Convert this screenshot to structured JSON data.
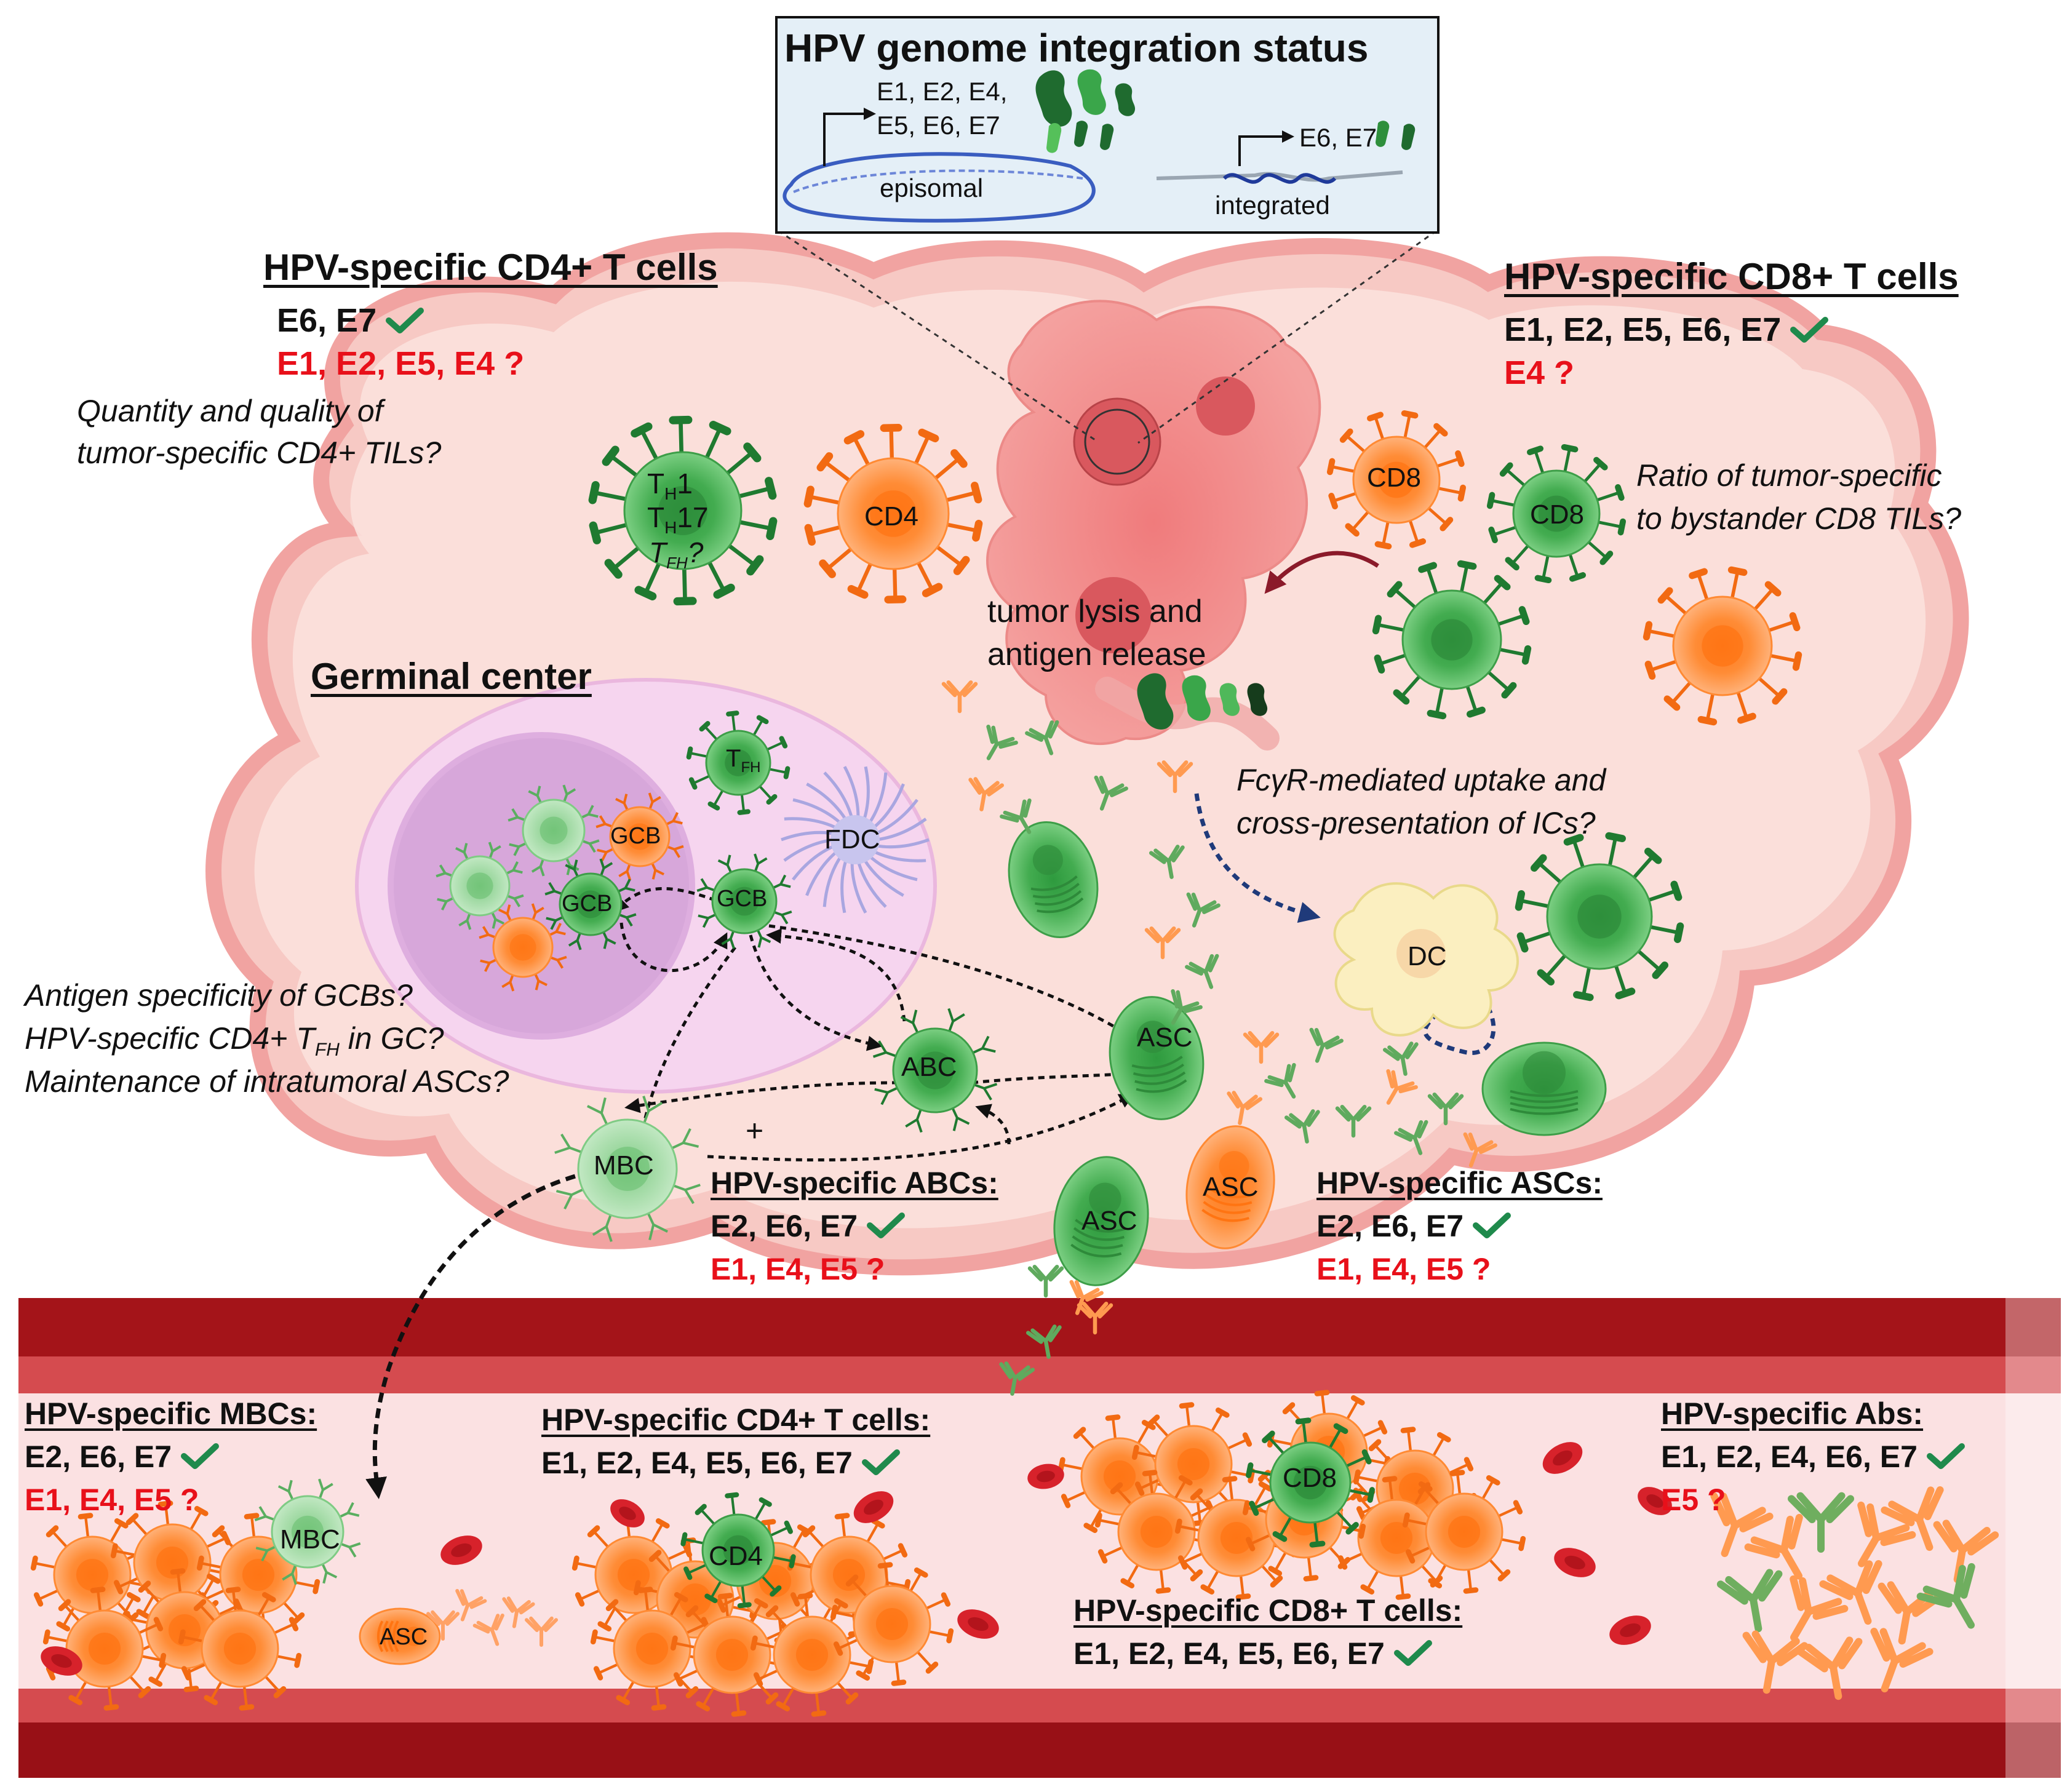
{
  "integration_box": {
    "title": "HPV genome integration status",
    "episomal_genes_line1": "E1, E2, E4,",
    "episomal_genes_line2": "E5, E6, E7",
    "episomal_label": "episomal",
    "integrated_genes": "E6, E7",
    "integrated_label": "integrated"
  },
  "tumor": {
    "cd4_heading": "HPV-specific CD4+ T cells",
    "cd4_confirmed": "E6, E7",
    "cd4_unknown": "E1, E2, E5, E4 ?",
    "cd4_question_1": "Quantity and quality of",
    "cd4_question_2": "tumor-specific CD4+ TILs?",
    "th_line1": "T",
    "th_line1_sub": "H",
    "th_line1_rest": "1",
    "th_line2": "T",
    "th_line2_sub": "H",
    "th_line2_rest": "17",
    "tfh_line": "T",
    "tfh_sub": "FH",
    "tfh_rest": "?",
    "cd4_cell": "CD4",
    "cd8_heading": "HPV-specific CD8+ T cells",
    "cd8_confirmed": "E1, E2, E5, E6, E7",
    "cd8_unknown": "E4 ?",
    "cd8_cell_orange": "CD8",
    "cd8_cell_green": "CD8",
    "cd8_question_1": "Ratio of tumor-specific",
    "cd8_question_2": "to bystander CD8 TILs?",
    "lysis_1": "tumor lysis and",
    "lysis_2": "antigen release",
    "fc_question_1": "FcγR-mediated uptake and",
    "fc_question_2": "cross-presentation of ICs?",
    "dc_label": "DC"
  },
  "germinal_center": {
    "heading": "Germinal center",
    "tfh_label": "T",
    "tfh_sub": "FH",
    "fdc_label": "FDC",
    "gcb_label_1": "GCB",
    "gcb_label_2": "GCB",
    "gcb_label_3": "GCB",
    "abc_label": "ABC",
    "asc_label": "ASC",
    "mbc_label": "MBC",
    "question_1": "Antigen specificity of GCBs?",
    "question_2": "HPV-specific CD4+ T",
    "question_2_sub": "FH",
    "question_2_rest": " in GC?",
    "question_3": "Maintenance of intratumoral ASCs?",
    "plus_sign": "+"
  },
  "abc_block": {
    "heading": "HPV-specific ABCs:",
    "confirmed": "E2, E6, E7",
    "unknown": "E1, E4, E5 ?"
  },
  "asc_block": {
    "heading": "HPV-specific ASCs:",
    "confirmed": "E2, E6, E7",
    "unknown": "E1, E4, E5 ?",
    "asc_green": "ASC",
    "asc_orange": "ASC"
  },
  "blood": {
    "mbc_heading": "HPV-specific MBCs:",
    "mbc_confirmed": "E2, E6, E7",
    "mbc_unknown": "E1, E4, E5 ?",
    "mbc_cell": "MBC",
    "asc_cell": "ASC",
    "cd4_heading": "HPV-specific CD4+ T cells:",
    "cd4_confirmed": "E1, E2, E4, E5, E6, E7",
    "cd4_cell": "CD4",
    "cd8_heading": "HPV-specific CD8+ T cells:",
    "cd8_confirmed": "E1, E2, E4, E5, E6, E7",
    "cd8_cell": "CD8",
    "abs_heading": "HPV-specific Abs:",
    "abs_confirmed": "E1, E2, E4, E6, E7",
    "abs_unknown": "E5 ?"
  },
  "colors": {
    "tumor_fill": "#fbe0dc",
    "tumor_outline": "#f3a7a3",
    "blood_dark": "#a01218",
    "blood_light": "#fbe3e4",
    "green_cell": "#4caf50",
    "dark_green": "#1d7a32",
    "orange_cell": "#ff8a33",
    "gc_purple": "#d9a7e0",
    "red_text": "#e8101a",
    "check_green": "#1f8a4c"
  },
  "icons": [
    "check-icon",
    "t-cell-icon",
    "b-cell-icon",
    "antibody-icon",
    "plasma-cell-icon",
    "dendritic-cell-icon",
    "red-blood-cell-icon",
    "dna-icon",
    "arrow-icon"
  ]
}
